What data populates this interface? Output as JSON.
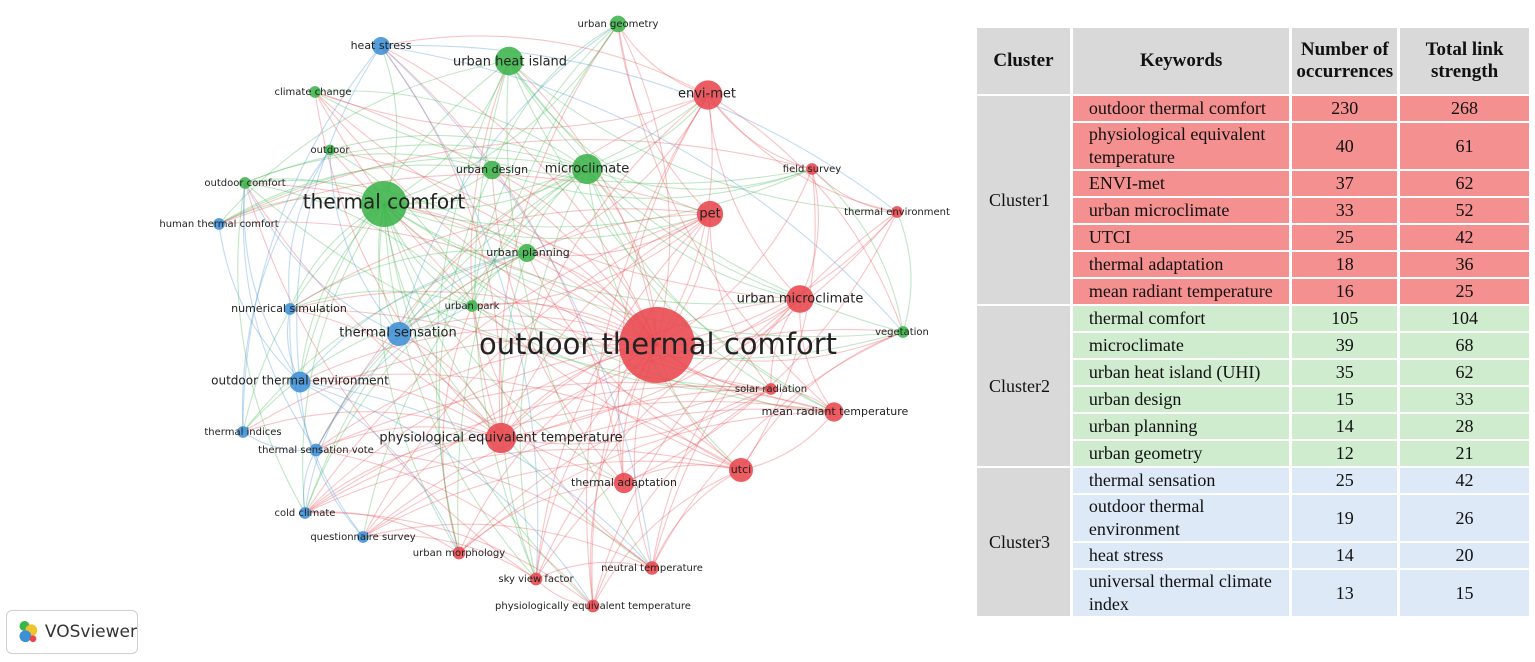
{
  "network": {
    "colors": {
      "red": "#e8474d",
      "green": "#3bb44a",
      "blue": "#3d8fd6"
    },
    "nodes": [
      {
        "id": "otc",
        "label": "outdoor thermal comfort",
        "cluster": "red",
        "weight": 230
      },
      {
        "id": "tc",
        "label": "thermal comfort",
        "cluster": "green",
        "weight": 105
      },
      {
        "id": "uhi",
        "label": "urban heat island",
        "cluster": "green",
        "weight": 35
      },
      {
        "id": "mc",
        "label": "microclimate",
        "cluster": "green",
        "weight": 39
      },
      {
        "id": "ug",
        "label": "urban geometry",
        "cluster": "green",
        "weight": 12
      },
      {
        "id": "ud",
        "label": "urban design",
        "cluster": "green",
        "weight": 15
      },
      {
        "id": "up",
        "label": "urban planning",
        "cluster": "green",
        "weight": 14
      },
      {
        "id": "upk",
        "label": "urban park",
        "cluster": "green",
        "weight": 6
      },
      {
        "id": "cc",
        "label": "climate change",
        "cluster": "green",
        "weight": 6
      },
      {
        "id": "od",
        "label": "outdoor",
        "cluster": "green",
        "weight": 5
      },
      {
        "id": "ocf",
        "label": "outdoor comfort",
        "cluster": "green",
        "weight": 6
      },
      {
        "id": "veg",
        "label": "vegetation",
        "cluster": "green",
        "weight": 6
      },
      {
        "id": "env",
        "label": "envi-met",
        "cluster": "red",
        "weight": 37
      },
      {
        "id": "pet",
        "label": "pet",
        "cluster": "red",
        "weight": 30
      },
      {
        "id": "umc",
        "label": "urban microclimate",
        "cluster": "red",
        "weight": 33
      },
      {
        "id": "pht",
        "label": "physiological equivalent temperature",
        "cluster": "red",
        "weight": 40
      },
      {
        "id": "utci",
        "label": "utci",
        "cluster": "red",
        "weight": 25
      },
      {
        "id": "ta",
        "label": "thermal adaptation",
        "cluster": "red",
        "weight": 18
      },
      {
        "id": "mrt",
        "label": "mean radiant temperature",
        "cluster": "red",
        "weight": 16
      },
      {
        "id": "fs",
        "label": "field survey",
        "cluster": "red",
        "weight": 6
      },
      {
        "id": "te",
        "label": "thermal environment",
        "cluster": "red",
        "weight": 6
      },
      {
        "id": "sr",
        "label": "solar radiation",
        "cluster": "red",
        "weight": 6
      },
      {
        "id": "nt",
        "label": "neutral temperature",
        "cluster": "red",
        "weight": 8
      },
      {
        "id": "svf",
        "label": "sky view factor",
        "cluster": "red",
        "weight": 7
      },
      {
        "id": "plet",
        "label": "physiologically equivalent temperature",
        "cluster": "red",
        "weight": 7
      },
      {
        "id": "umo",
        "label": "urban morphology",
        "cluster": "red",
        "weight": 7
      },
      {
        "id": "hs",
        "label": "heat stress",
        "cluster": "blue",
        "weight": 14
      },
      {
        "id": "htc",
        "label": "human thermal comfort",
        "cluster": "blue",
        "weight": 6
      },
      {
        "id": "ns",
        "label": "numerical simulation",
        "cluster": "blue",
        "weight": 6
      },
      {
        "id": "ts",
        "label": "thermal sensation",
        "cluster": "blue",
        "weight": 25
      },
      {
        "id": "ote",
        "label": "outdoor thermal environment",
        "cluster": "blue",
        "weight": 19
      },
      {
        "id": "ti",
        "label": "thermal indices",
        "cluster": "blue",
        "weight": 6
      },
      {
        "id": "tsv",
        "label": "thermal sensation vote",
        "cluster": "blue",
        "weight": 7
      },
      {
        "id": "cold",
        "label": "cold climate",
        "cluster": "blue",
        "weight": 6
      },
      {
        "id": "qs",
        "label": "questionnaire survey",
        "cluster": "blue",
        "weight": 6
      }
    ]
  },
  "brand": {
    "name": "VOSviewer"
  },
  "table": {
    "headers": [
      "Cluster",
      "Keywords",
      "Number of occurrences",
      "Total link strength"
    ],
    "clusters": [
      {
        "name": "Cluster1",
        "color": "r",
        "rows": [
          {
            "keyword": "outdoor thermal comfort",
            "occ": "230",
            "tls": "268"
          },
          {
            "keyword": "physiological equivalent temperature",
            "occ": "40",
            "tls": "61"
          },
          {
            "keyword": "ENVI-met",
            "occ": "37",
            "tls": "62"
          },
          {
            "keyword": "urban microclimate",
            "occ": "33",
            "tls": "52"
          },
          {
            "keyword": "UTCI",
            "occ": "25",
            "tls": "42"
          },
          {
            "keyword": "thermal adaptation",
            "occ": "18",
            "tls": "36"
          },
          {
            "keyword": "mean radiant temperature",
            "occ": "16",
            "tls": "25"
          }
        ]
      },
      {
        "name": "Cluster2",
        "color": "g",
        "rows": [
          {
            "keyword": "thermal comfort",
            "occ": "105",
            "tls": "104"
          },
          {
            "keyword": "microclimate",
            "occ": "39",
            "tls": "68"
          },
          {
            "keyword": "urban heat island (UHI)",
            "occ": "35",
            "tls": "62"
          },
          {
            "keyword": "urban design",
            "occ": "15",
            "tls": "33"
          },
          {
            "keyword": "urban planning",
            "occ": "14",
            "tls": "28"
          },
          {
            "keyword": "urban geometry",
            "occ": "12",
            "tls": "21"
          }
        ]
      },
      {
        "name": "Cluster3",
        "color": "b",
        "rows": [
          {
            "keyword": "thermal sensation",
            "occ": "25",
            "tls": "42"
          },
          {
            "keyword": "outdoor thermal environment",
            "occ": "19",
            "tls": "26"
          },
          {
            "keyword": "heat stress",
            "occ": "14",
            "tls": "20"
          },
          {
            "keyword": "universal thermal climate index",
            "occ": "13",
            "tls": "15"
          }
        ]
      }
    ]
  }
}
